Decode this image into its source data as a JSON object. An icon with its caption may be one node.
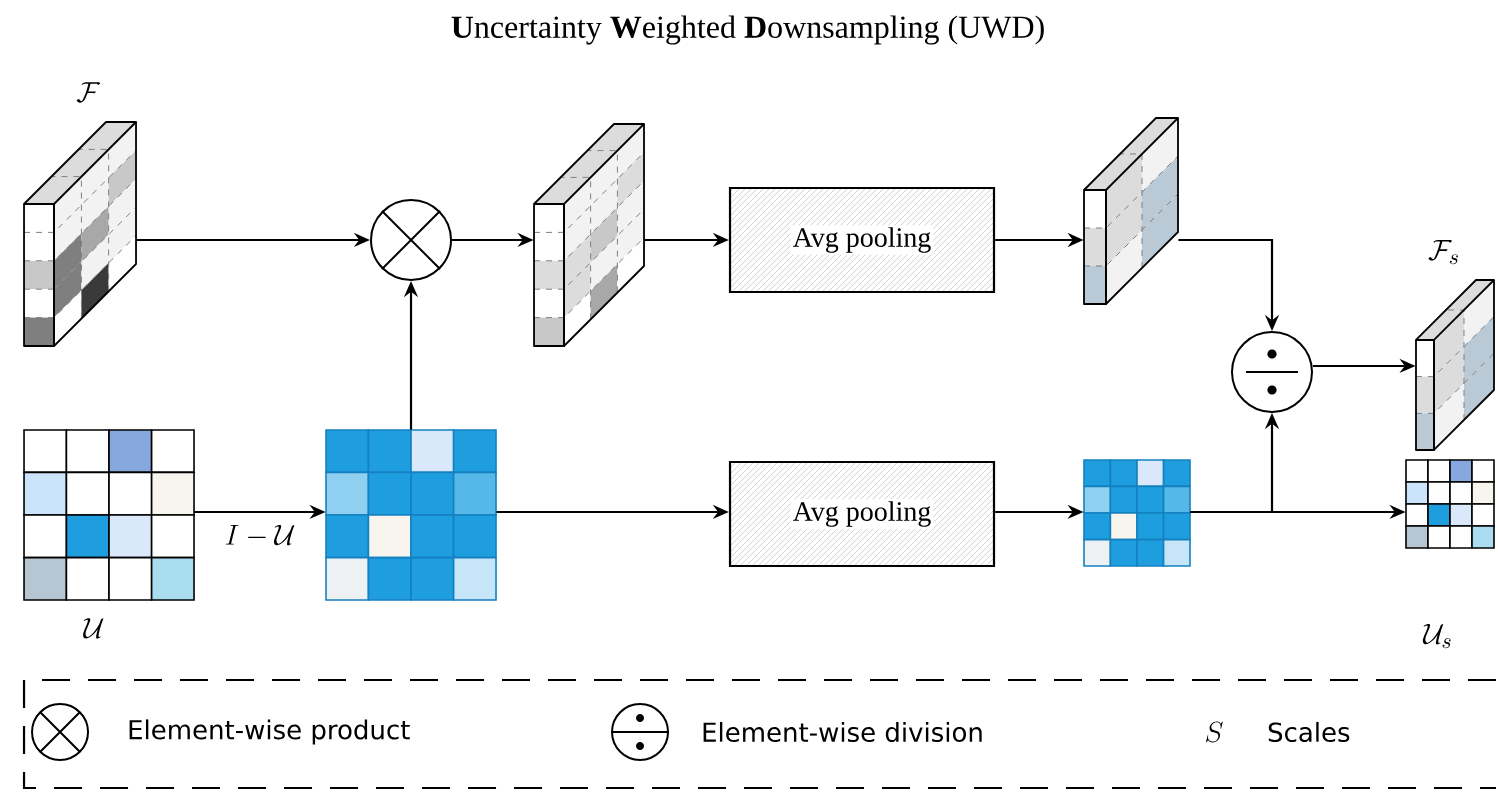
{
  "diagram": {
    "title": "**U**ncertainty **W**eighted **D**ownsampling (UWD)",
    "nodes": [
      {
        "text": [],
        "shape": "picture",
        "beside": [
          "\\mathcal{F}"
        ]
      },
      {
        "text": [],
        "shape": "circle"
      },
      {
        "text": [],
        "shape": "picture"
      },
      {
        "text": [
          "Avg pooling"
        ]
      },
      {
        "text": [],
        "shape": "picture"
      },
      {
        "text": [],
        "shape": "circle"
      },
      {
        "text": [],
        "shape": "picture",
        "beside": [
          "\\mathcal{F}_s"
        ]
      },
      {
        "text": [],
        "shape": "picture",
        "beside": [
          "\\mathcal{U}"
        ]
      },
      {
        "text": [],
        "shape": "picture"
      },
      {
        "text": [
          "Avg pooling"
        ]
      },
      {
        "text": [],
        "shape": "picture"
      },
      {
        "text": [],
        "shape": "picture",
        "beside": [
          "\\mathcal{U}_s"
        ]
      }
    ],
    "edges": [
      {
        "from": 0,
        "to": 1,
        "arrow": "to"
      },
      {
        "from": 1,
        "to": 2,
        "arrow": "to"
      },
      {
        "from": 2,
        "to": 3,
        "arrow": "to"
      },
      {
        "from": 3,
        "to": 4,
        "arrow": "to"
      },
      {
        "from": 4,
        "to": 5,
        "arrow": "to"
      },
      {
        "from": 5,
        "to": 6,
        "arrow": "to"
      },
      {
        "from": 7,
        "to": 8,
        "arrow": "to",
        "label": "I-\\mathcal{U}"
      },
      {
        "from": 8,
        "to": 1,
        "arrow": "to"
      },
      {
        "from": 8,
        "to": 9,
        "arrow": "to"
      },
      {
        "from": 9,
        "to": 10,
        "arrow": "to"
      },
      {
        "from": 10,
        "to": 5,
        "arrow": "to"
      },
      {
        "from": 10,
        "to": 11,
        "arrow": "to"
      }
    ],
    "labels": [
      "S"
    ],
    "legend": [
      {
        "text": "Element-wise product"
      },
      {
        "text": "Element-wise division"
      },
      {
        "text": "Scales"
      }
    ]
  }
}
